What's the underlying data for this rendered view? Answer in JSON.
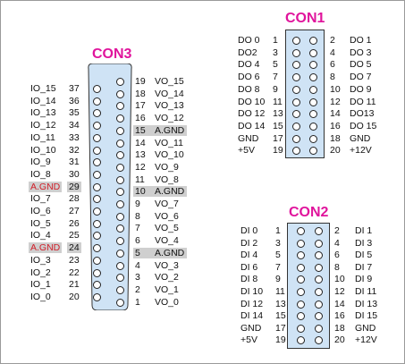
{
  "con1": {
    "title": "CON1",
    "left": [
      {
        "label": "DO 0",
        "num": "1"
      },
      {
        "label": "DO2",
        "num": "3"
      },
      {
        "label": "DO 4",
        "num": "5"
      },
      {
        "label": "DO 6",
        "num": "7"
      },
      {
        "label": "DO 8",
        "num": "9"
      },
      {
        "label": "DO 10",
        "num": "11"
      },
      {
        "label": "DO 12",
        "num": "13"
      },
      {
        "label": "DO 14",
        "num": "15"
      },
      {
        "label": "GND",
        "num": "17"
      },
      {
        "label": "+5V",
        "num": "19"
      }
    ],
    "right": [
      {
        "num": "2",
        "label": "DO 1"
      },
      {
        "num": "4",
        "label": "DO 3"
      },
      {
        "num": "6",
        "label": "DO 5"
      },
      {
        "num": "8",
        "label": "DO 7"
      },
      {
        "num": "10",
        "label": "DO 9"
      },
      {
        "num": "12",
        "label": "DO 11"
      },
      {
        "num": "14",
        "label": "DO13"
      },
      {
        "num": "16",
        "label": "DO 15"
      },
      {
        "num": "18",
        "label": "GND"
      },
      {
        "num": "20",
        "label": "+12V"
      }
    ]
  },
  "con2": {
    "title": "CON2",
    "left": [
      {
        "label": "DI 0",
        "num": "1"
      },
      {
        "label": "DI 2",
        "num": "3"
      },
      {
        "label": "DI 4",
        "num": "5"
      },
      {
        "label": "DI 6",
        "num": "7"
      },
      {
        "label": "DI 8",
        "num": "9"
      },
      {
        "label": "DI 10",
        "num": "11"
      },
      {
        "label": "DI 12",
        "num": "13"
      },
      {
        "label": "DI 14",
        "num": "15"
      },
      {
        "label": "GND",
        "num": "17"
      },
      {
        "label": "+5V",
        "num": "19"
      }
    ],
    "right": [
      {
        "num": "2",
        "label": "DI 1"
      },
      {
        "num": "4",
        "label": "DI 3"
      },
      {
        "num": "6",
        "label": "DI 5"
      },
      {
        "num": "8",
        "label": "DI 7"
      },
      {
        "num": "10",
        "label": "DI 9"
      },
      {
        "num": "12",
        "label": "DI 11"
      },
      {
        "num": "14",
        "label": "DI 13"
      },
      {
        "num": "16",
        "label": "DI 15"
      },
      {
        "num": "18",
        "label": "GND"
      },
      {
        "num": "20",
        "label": "+12V"
      }
    ]
  },
  "con3": {
    "title": "CON3",
    "left": [
      {
        "label": "IO_15",
        "num": "37",
        "hl": false
      },
      {
        "label": "IO_14",
        "num": "36",
        "hl": false
      },
      {
        "label": "IO_13",
        "num": "35",
        "hl": false
      },
      {
        "label": "IO_12",
        "num": "34",
        "hl": false
      },
      {
        "label": "IO_11",
        "num": "33",
        "hl": false
      },
      {
        "label": "IO_10",
        "num": "32",
        "hl": false
      },
      {
        "label": "IO_9",
        "num": "31",
        "hl": false
      },
      {
        "label": "IO_8",
        "num": "30",
        "hl": false
      },
      {
        "label": "A.GND",
        "num": "29",
        "hl": true
      },
      {
        "label": "IO_7",
        "num": "28",
        "hl": false
      },
      {
        "label": "IO_6",
        "num": "27",
        "hl": false
      },
      {
        "label": "IO_5",
        "num": "26",
        "hl": false
      },
      {
        "label": "IO_4",
        "num": "25",
        "hl": false
      },
      {
        "label": "A.GND",
        "num": "24",
        "hl": true
      },
      {
        "label": "IO_3",
        "num": "23",
        "hl": false
      },
      {
        "label": "IO_2",
        "num": "22",
        "hl": false
      },
      {
        "label": "IO_1",
        "num": "21",
        "hl": false
      },
      {
        "label": "IO_0",
        "num": "20",
        "hl": false
      }
    ],
    "right": [
      {
        "num": "19",
        "label": "VO_15",
        "hl": false
      },
      {
        "num": "18",
        "label": "VO_14",
        "hl": false
      },
      {
        "num": "17",
        "label": "VO_13",
        "hl": false
      },
      {
        "num": "16",
        "label": "VO_12",
        "hl": false
      },
      {
        "num": "15",
        "label": "A.GND",
        "hl": true
      },
      {
        "num": "14",
        "label": "VO_11",
        "hl": false
      },
      {
        "num": "13",
        "label": "VO_10",
        "hl": false
      },
      {
        "num": "12",
        "label": "VO_9",
        "hl": false
      },
      {
        "num": "11",
        "label": "VO_8",
        "hl": false
      },
      {
        "num": "10",
        "label": "A.GND",
        "hl": true
      },
      {
        "num": "9",
        "label": "VO_7",
        "hl": false
      },
      {
        "num": "8",
        "label": "VO_6",
        "hl": false
      },
      {
        "num": "7",
        "label": "VO_5",
        "hl": false
      },
      {
        "num": "6",
        "label": "VO_4",
        "hl": false
      },
      {
        "num": "5",
        "label": "A.GND",
        "hl": true
      },
      {
        "num": "4",
        "label": "VO_3",
        "hl": false
      },
      {
        "num": "3",
        "label": "VO_2",
        "hl": false
      },
      {
        "num": "2",
        "label": "VO_1",
        "hl": false
      },
      {
        "num": "1",
        "label": "VO_0",
        "hl": false
      }
    ]
  },
  "colors": {
    "title": "#e0149c",
    "connector_fill": "#cfe3f5",
    "highlight": "#cfcfcf",
    "agnd_text": "#d1202a"
  }
}
